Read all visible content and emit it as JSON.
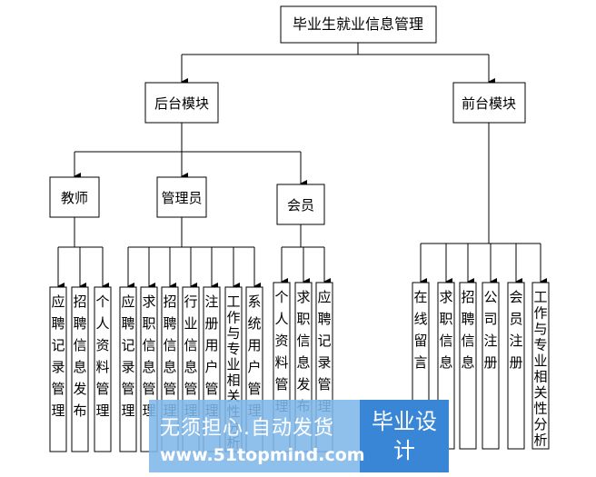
{
  "diagram": {
    "title": "毕业生就业信息管理",
    "backend": "后台模块",
    "frontend": "前台模块",
    "teacher": "教师",
    "admin": "管理员",
    "member": "会员",
    "teacher_leaves": [
      "应聘记录管理",
      "招聘信息发布",
      "个人资料管理"
    ],
    "admin_leaves": [
      "应聘记录管理",
      "求职信息管理",
      "招聘信息管理",
      "行业信息管理",
      "注册用户管理",
      "工作与专业相关性分析",
      "系统用户管理"
    ],
    "member_leaves": [
      "个人资料管理",
      "求职信息发布",
      "应聘记录管理"
    ],
    "front_leaves": [
      "在线留言",
      "求职信息",
      "招聘信息",
      "公司注册",
      "会员注册",
      "工作与专业相关性分析"
    ]
  },
  "watermark": {
    "line1": "无须担心.自动发货",
    "line2": "www.51topmind.com",
    "badge": "毕业设计"
  }
}
